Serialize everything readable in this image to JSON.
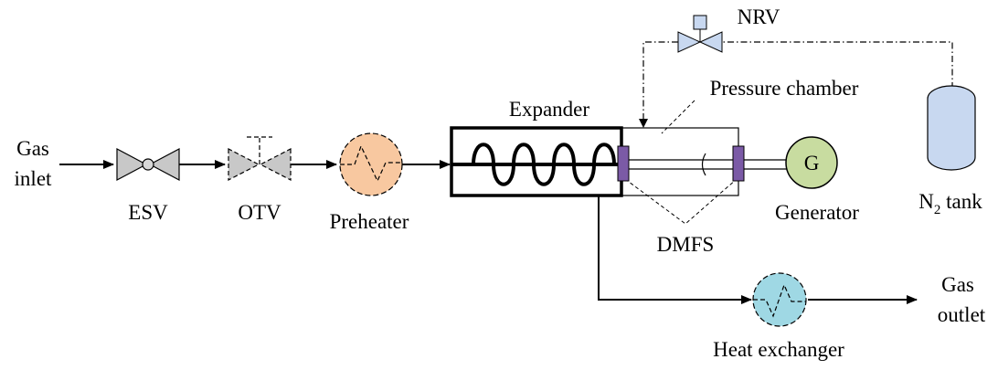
{
  "labels": {
    "gas_inlet_line1": "Gas",
    "gas_inlet_line2": "inlet",
    "esv": "ESV",
    "otv": "OTV",
    "preheater": "Preheater",
    "expander": "Expander",
    "pressure_chamber": "Pressure chamber",
    "nrv": "NRV",
    "generator_symbol": "G",
    "generator": "Generator",
    "dmfs": "DMFS",
    "n2_tank_prefix": "N",
    "n2_tank_sub": "2",
    "n2_tank_suffix": " tank",
    "heat_exchanger": "Heat exchanger",
    "gas_outlet_line1": "Gas",
    "gas_outlet_line2": "outlet"
  },
  "colors": {
    "valve_fill": "#c8c8c8",
    "preheater_fill": "#f8c8a0",
    "generator_fill": "#c8dca0",
    "tank_fill": "#c8d8f0",
    "heat_exchanger_fill": "#9fd8e4",
    "seal_fill": "#7b5aa6",
    "line": "#000000"
  }
}
